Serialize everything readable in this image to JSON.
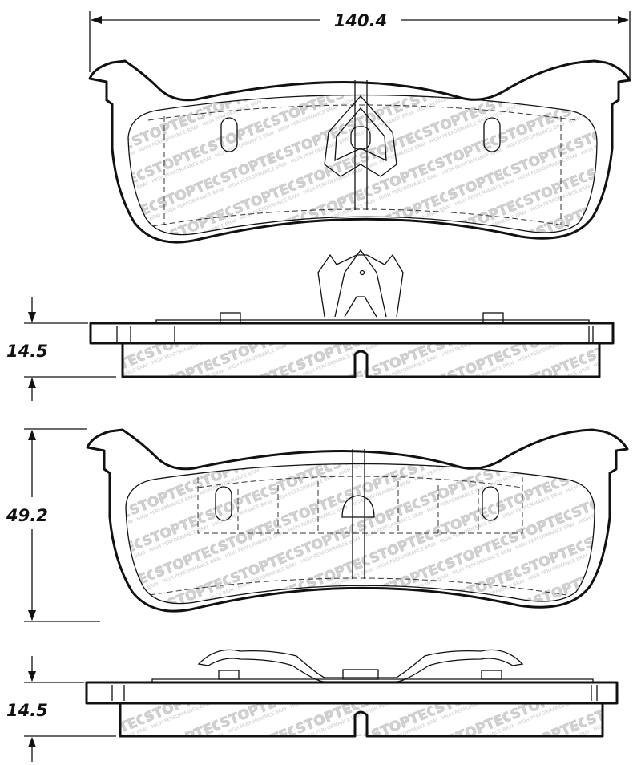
{
  "dimensions": {
    "width": "140.4",
    "thickness_top": "14.5",
    "height": "49.2",
    "thickness_bottom": "14.5"
  },
  "watermark": {
    "brand": "STOPTECH",
    "tagline": "HIGH PERFORMANCE BRAKE SYSTEMS"
  }
}
